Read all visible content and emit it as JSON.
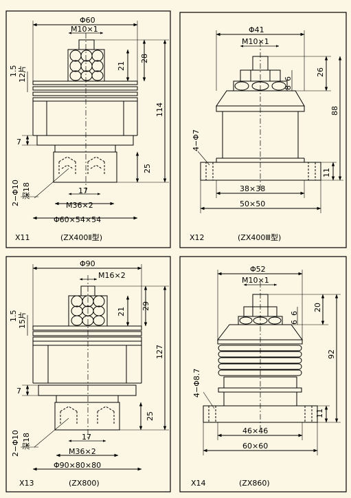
{
  "panels": [
    {
      "code": "X11",
      "model": "(ZX400Ⅱ型)",
      "dims": {
        "top_width": "Φ60",
        "thread": "M10×1",
        "h28": "28",
        "h21": "21",
        "plate_thk": "1.5",
        "plate_count": "12片",
        "total_h": "114",
        "h7": "7",
        "h25": "25",
        "holes": "2−Φ10",
        "hole_depth": "深18",
        "w17": "17",
        "bolt": "M36×2",
        "base": "Φ60×54×54"
      }
    },
    {
      "code": "X12",
      "model": "(ZX400Ⅲ型)",
      "dims": {
        "top_width": "Φ41",
        "thread": "M10×1",
        "h26": "26",
        "h6": "6",
        "h8": "8",
        "total_h": "88",
        "holes": "4−Φ7",
        "h11": "11",
        "inner": "38×38",
        "outer": "50×50"
      }
    },
    {
      "code": "X13",
      "model": "(ZX800)",
      "dims": {
        "top_width": "Φ90",
        "thread": "M16×2",
        "h29": "29",
        "h21": "21",
        "plate_thk": "1.5",
        "plate_count": "15片",
        "total_h": "127",
        "h7": "7",
        "h25": "25",
        "holes": "2−Φ10",
        "hole_depth": "深18",
        "w17": "17",
        "bolt": "M36×2",
        "base": "Φ90×80×80"
      }
    },
    {
      "code": "X14",
      "model": "(ZX860)",
      "dims": {
        "top_width": "Φ52",
        "thread": "M10×1",
        "h20": "20",
        "h6a": "6",
        "h6b": "6",
        "total_h": "92",
        "holes": "4−Φ8.7",
        "h11": "11",
        "inner": "46×46",
        "outer": "60×60"
      }
    }
  ],
  "colors": {
    "background": "#fbf7e4",
    "ink": "#000000"
  }
}
